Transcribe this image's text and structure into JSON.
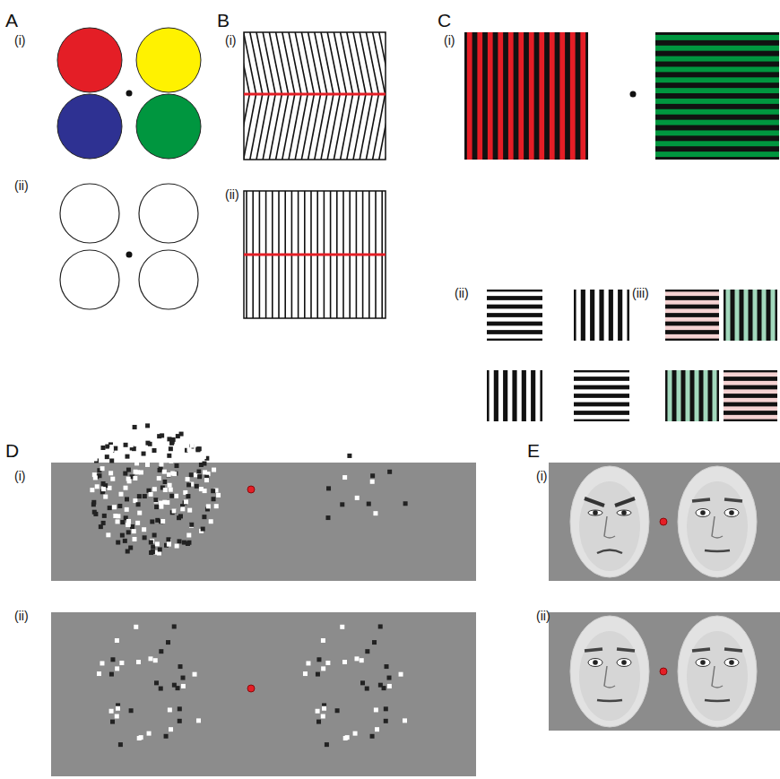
{
  "diagram": {
    "labels": [
      "A",
      "(i)",
      "(ii)",
      "B",
      "(i)",
      "(ii)",
      "C",
      "(i)",
      "(ii)",
      "(iii)",
      "D",
      "(i)",
      "(ii)",
      "E",
      "(i)",
      "(ii)"
    ]
  }
}
